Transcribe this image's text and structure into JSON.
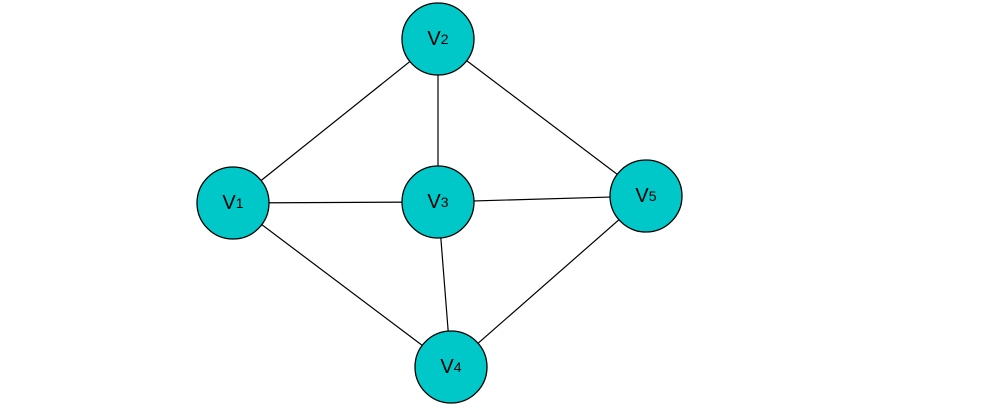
{
  "graph": {
    "node_color": "#00c8c8",
    "edge_color": "#000000",
    "nodes": [
      {
        "id": "v1",
        "label": "V",
        "sub": "1"
      },
      {
        "id": "v2",
        "label": "V",
        "sub": "2"
      },
      {
        "id": "v3",
        "label": "V",
        "sub": "3"
      },
      {
        "id": "v4",
        "label": "V",
        "sub": "4"
      },
      {
        "id": "v5",
        "label": "V",
        "sub": "5"
      }
    ],
    "edges": [
      {
        "from": "v1",
        "to": "v2"
      },
      {
        "from": "v1",
        "to": "v3"
      },
      {
        "from": "v1",
        "to": "v4"
      },
      {
        "from": "v2",
        "to": "v3"
      },
      {
        "from": "v2",
        "to": "v5"
      },
      {
        "from": "v3",
        "to": "v4"
      },
      {
        "from": "v3",
        "to": "v5"
      },
      {
        "from": "v4",
        "to": "v5"
      }
    ]
  }
}
